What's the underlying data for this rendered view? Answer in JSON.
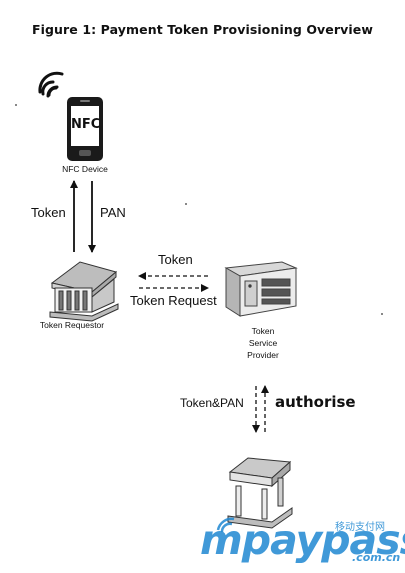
{
  "title": "Figure 1: Payment Token Provisioning Overview",
  "nodes": {
    "nfc_chip": "NFC",
    "nfc_device": "NFC Device",
    "token_requestor": "Token Requestor",
    "tsp_line1": "Token",
    "tsp_line2": "Service",
    "tsp_line3": "Provider"
  },
  "edges": {
    "up_token": "Token",
    "down_pan": "PAN",
    "to_requestor": "Token",
    "to_provider": "Token Request",
    "token_pan": "Token&PAN",
    "authorise": "authorise"
  },
  "watermark": {
    "brand": "mpaypass",
    "chinese": "移动支付网",
    "domain": ".com.cn"
  }
}
